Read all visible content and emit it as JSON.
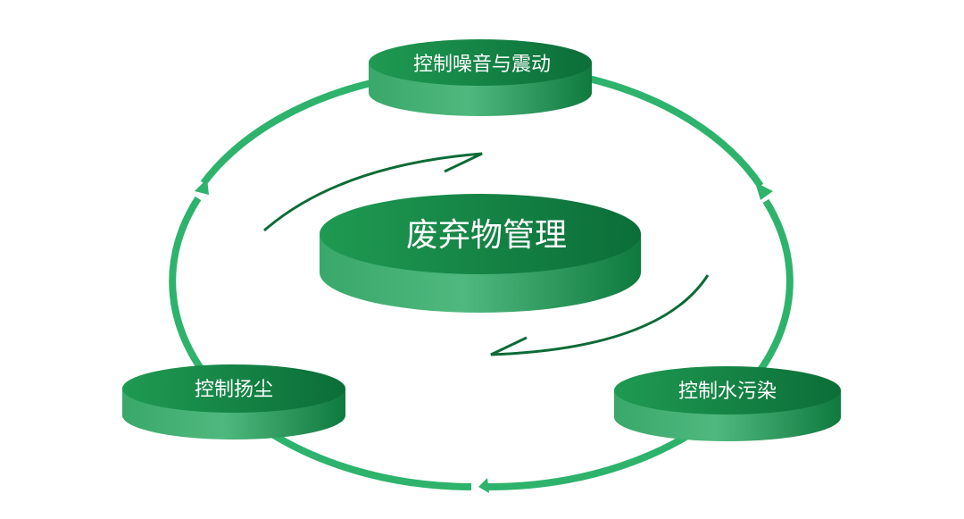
{
  "center": {
    "label": "废弃物管理"
  },
  "nodes": [
    {
      "label": "控制噪音与震动"
    },
    {
      "label": "控制扬尘"
    },
    {
      "label": "控制水污染"
    }
  ],
  "colors": {
    "ring": "#2db36b",
    "disk_top_light": "#1f9a52",
    "disk_top_dark": "#0b6e38",
    "disk_side_light": "#4fb87e",
    "disk_side_dark": "#0f7a3e",
    "arrow": "#0d6b36"
  }
}
